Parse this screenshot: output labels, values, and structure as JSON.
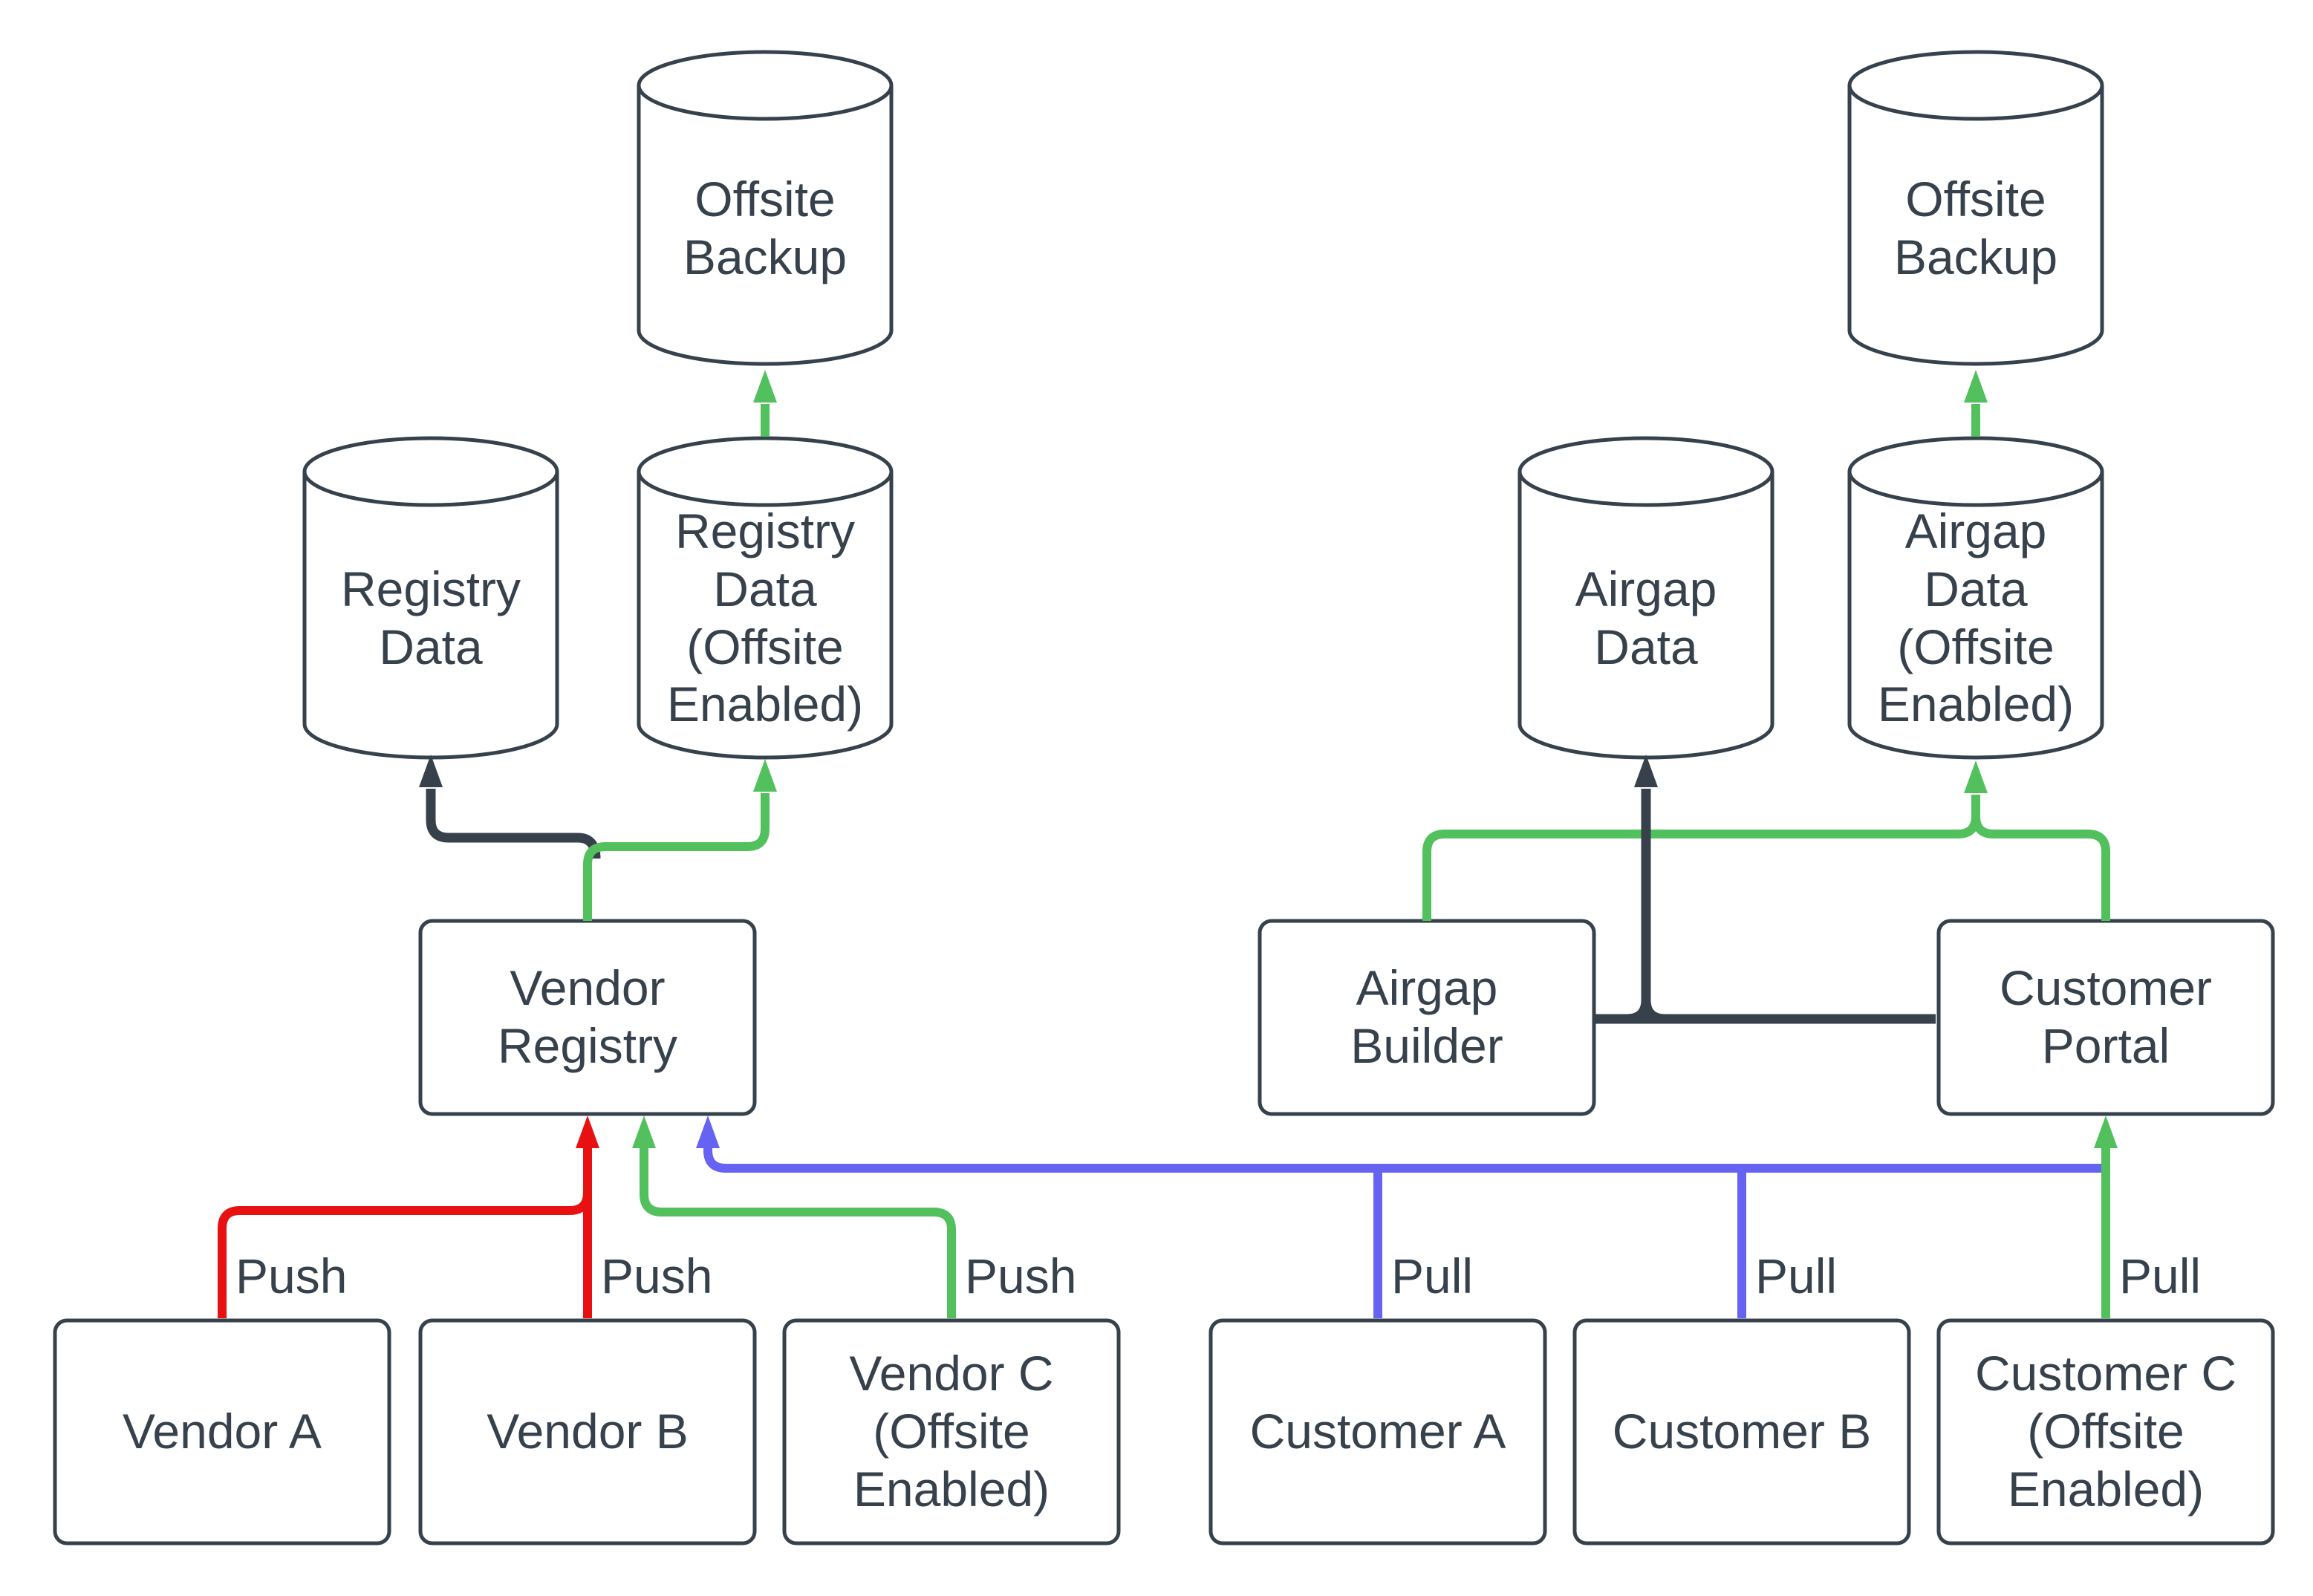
{
  "diagram": {
    "colors": {
      "stroke": "#36414C",
      "green": "#52C05C",
      "red": "#E81111",
      "blue": "#6663F2",
      "background": "#FFFFFF"
    },
    "nodes": {
      "offsite_backup_left": "Offsite Backup",
      "registry_data": "Registry Data",
      "registry_data_offsite": "Registry Data (Offsite Enabled)",
      "airgap_data": "Airgap Data",
      "airgap_data_offsite": "Airgap Data (Offsite Enabled)",
      "offsite_backup_right": "Offsite Backup",
      "vendor_registry": "Vendor Registry",
      "airgap_builder": "Airgap Builder",
      "customer_portal": "Customer Portal",
      "vendor_a": "Vendor A",
      "vendor_b": "Vendor B",
      "vendor_c": "Vendor C (Offsite Enabled)",
      "customer_a": "Customer A",
      "customer_b": "Customer B",
      "customer_c": "Customer C (Offsite Enabled)"
    },
    "edge_labels": {
      "push_a": "Push",
      "push_b": "Push",
      "push_c": "Push",
      "pull_a": "Pull",
      "pull_b": "Pull",
      "pull_c": "Pull"
    },
    "edges": [
      {
        "from": "Vendor Registry",
        "to": "Registry Data",
        "color": "dark"
      },
      {
        "from": "Vendor Registry",
        "to": "Registry Data (Offsite Enabled)",
        "color": "green"
      },
      {
        "from": "Registry Data (Offsite Enabled)",
        "to": "Offsite Backup",
        "color": "green"
      },
      {
        "from": "Vendor A",
        "to": "Vendor Registry",
        "color": "red",
        "label": "Push"
      },
      {
        "from": "Vendor B",
        "to": "Vendor Registry",
        "color": "red",
        "label": "Push"
      },
      {
        "from": "Vendor C (Offsite Enabled)",
        "to": "Vendor Registry",
        "color": "green",
        "label": "Push"
      },
      {
        "from": "Customer A",
        "to": "Vendor Registry",
        "color": "blue",
        "label": "Pull"
      },
      {
        "from": "Customer B",
        "to": "Vendor Registry",
        "color": "blue",
        "label": "Pull"
      },
      {
        "from": "Customer C (Offsite Enabled)",
        "to": "Customer Portal",
        "color": "green",
        "label": "Pull"
      },
      {
        "from": "Airgap Builder",
        "to": "Airgap Data",
        "color": "dark"
      },
      {
        "from": "Customer Portal",
        "to": "Airgap Data",
        "color": "dark"
      },
      {
        "from": "Airgap Builder",
        "to": "Airgap Data (Offsite Enabled)",
        "color": "green"
      },
      {
        "from": "Customer Portal",
        "to": "Airgap Data (Offsite Enabled)",
        "color": "green"
      },
      {
        "from": "Airgap Data (Offsite Enabled)",
        "to": "Offsite Backup",
        "color": "green"
      }
    ]
  }
}
